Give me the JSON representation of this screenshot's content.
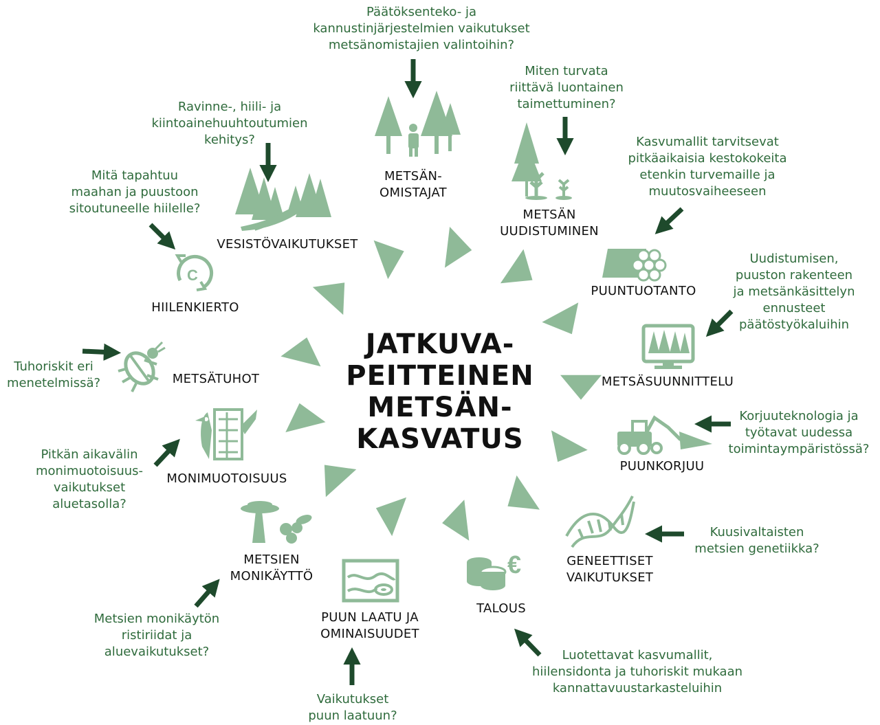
{
  "center_title": "JATKUVA-\nPEITTEINEN\nMETSÄN-\nKASVATUS",
  "colors": {
    "icon": "#8fba98",
    "arrow": "#1e4a2c",
    "question": "#2f6b3c",
    "label": "#111111"
  },
  "topics": [
    {
      "id": "metsanomistajat",
      "label": "METSÄN-\nOMISTAJAT",
      "icon": "trees-person-icon",
      "question": "Päätöksenteko- ja\nkannustinjärjestelmien vaikutukset\nmetsänomistajien valintoihin?"
    },
    {
      "id": "uudistuminen",
      "label": "METSÄN\nUUDISTUMINEN",
      "icon": "seedlings-icon",
      "question": "Miten turvata\nriittävä luontainen\ntaimettuminen?"
    },
    {
      "id": "puuntuotanto",
      "label": "PUUNTUOTANTO",
      "icon": "log-pile-icon",
      "question": "Kasvumallit tarvitsevat\npitkäaikaisia kestokokeita\netenkin  turvemaille ja\nmuutosvaiheeseen"
    },
    {
      "id": "metsasuunnittelu",
      "label": "METSÄSUUNNITTELU",
      "icon": "monitor-forest-icon",
      "question": "Uudistumisen,\npuuston rakenteen\nja metsänkäsittelyn\nennusteet\npäätöstyökaluihin"
    },
    {
      "id": "puunkorjuu",
      "label": "PUUNKORJUU",
      "icon": "harvester-icon",
      "question": "Korjuuteknologia ja\ntyötavat uudessa\ntoimintaympäristössä?"
    },
    {
      "id": "geneettiset",
      "label": "GENEETTISET\nVAIKUTUKSET",
      "icon": "dna-icon",
      "question": "Kuusivaltaisten\nmetsien genetiikka?"
    },
    {
      "id": "talous",
      "label": "TALOUS",
      "icon": "coins-euro-icon",
      "question": "Luotettavat kasvumallit,\nhiilensidonta ja tuhoriskit mukaan\nkannattavuustarkasteluihin"
    },
    {
      "id": "puunlaatu",
      "label": "PUUN LAATU JA\nOMINAISUUDET",
      "icon": "wood-grain-icon",
      "question": "Vaikutukset\npuun laatuun?"
    },
    {
      "id": "monikaytto",
      "label": "METSIEN\nMONIKÄYTTÖ",
      "icon": "mushroom-berries-icon",
      "question": "Metsien monikäytön\nristiriidat ja\naluevaikutukset?"
    },
    {
      "id": "monimuotoisuus",
      "label": "MONIMUOTOISUUS",
      "icon": "woodpecker-icon",
      "question": "Pitkän aikavälin\nmonimuotoisuus-\nvaikutukset\naluetasolla?"
    },
    {
      "id": "metsatuhot",
      "label": "METSÄTUHOT",
      "icon": "beetle-icon",
      "question": "Tuhoriskit eri\nmenetelmissä?"
    },
    {
      "id": "hiilenkierto",
      "label": "HIILENKIERTO",
      "icon": "carbon-cycle-icon",
      "question": "Mitä tapahtuu\nmaahan ja puustoon\nsitoutuneelle hiilelle?"
    },
    {
      "id": "vesisto",
      "label": "VESISTÖVAIKUTUKSET",
      "icon": "forest-river-icon",
      "question": "Ravinne-, hiili- ja\nkiintoainehuuhtoutumien\nkehitys?"
    }
  ]
}
